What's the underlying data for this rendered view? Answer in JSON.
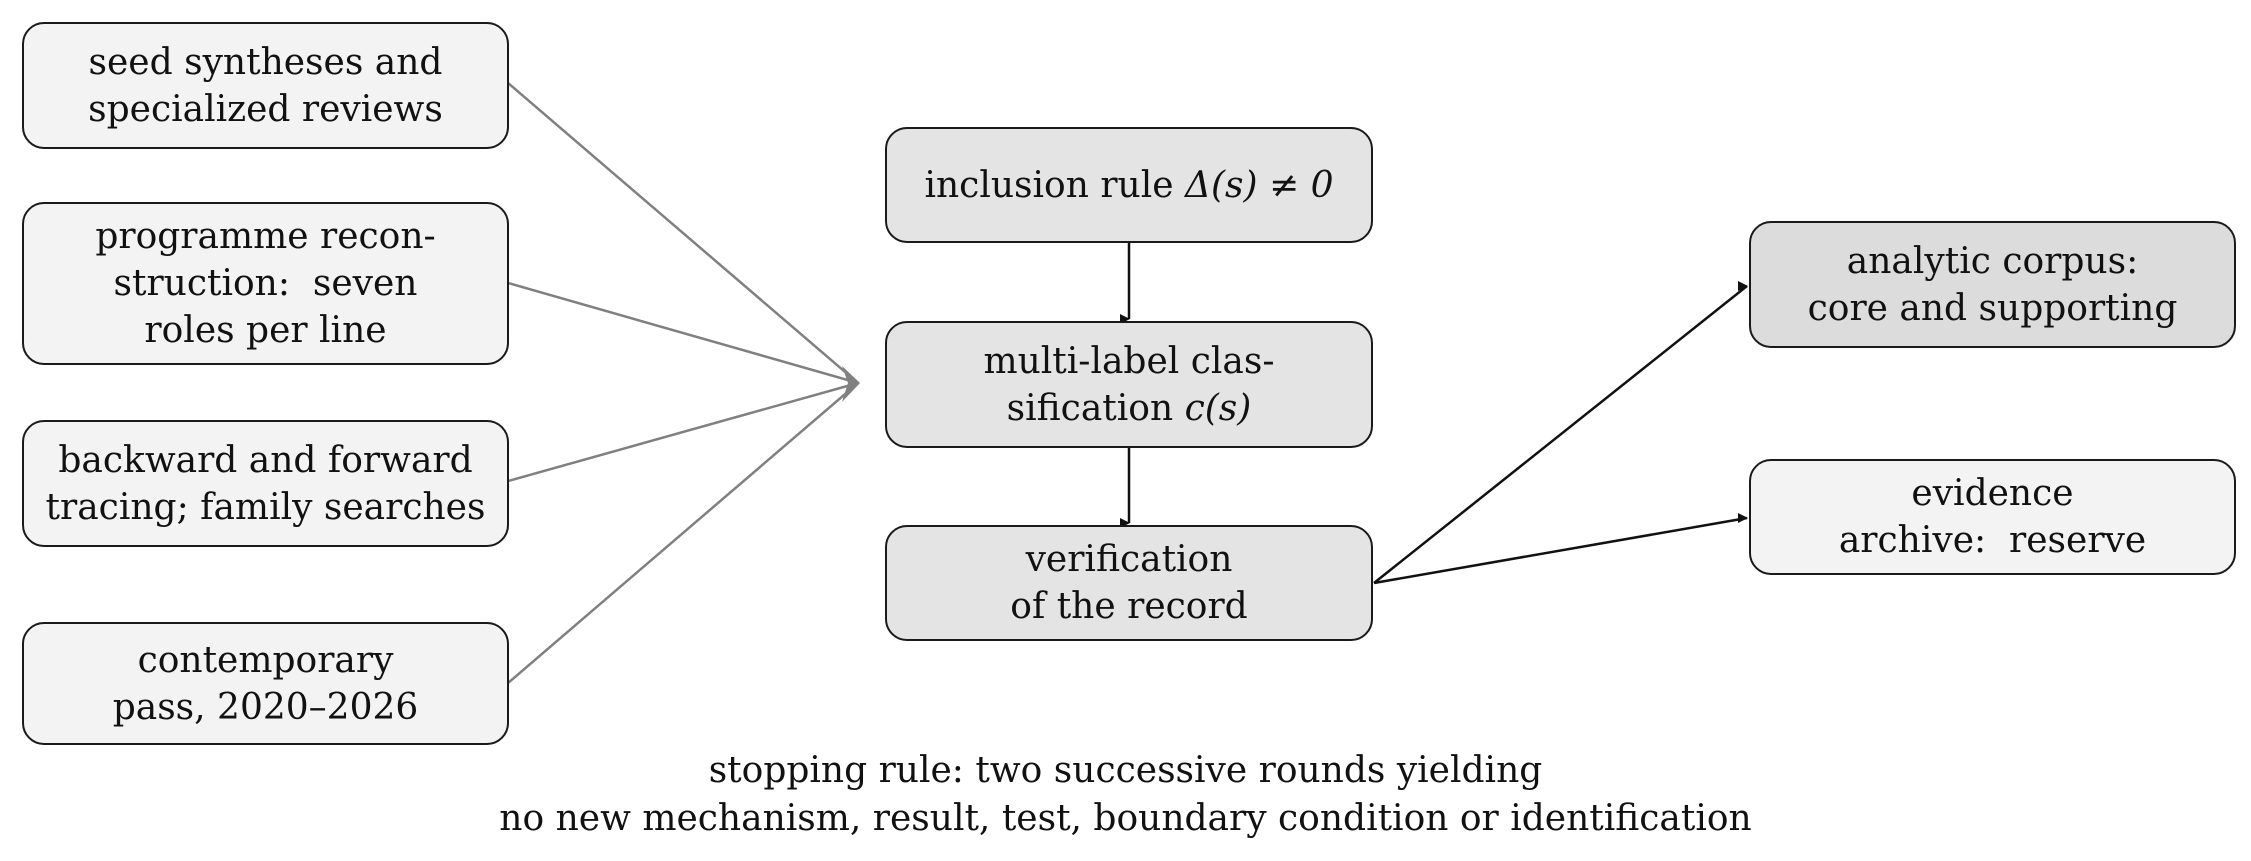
{
  "sources": [
    {
      "lines": [
        "seed syntheses and",
        "specialized reviews"
      ]
    },
    {
      "lines": [
        "programme recon-",
        "struction:  seven",
        "roles per line"
      ]
    },
    {
      "lines": [
        "backward and forward",
        "tracing; family searches"
      ]
    },
    {
      "lines": [
        "contemporary",
        "pass, 2020–2026"
      ]
    }
  ],
  "pipeline": {
    "inclusion": {
      "text": "inclusion rule ",
      "math": "Δ(s) ≠ 0"
    },
    "classification": {
      "line1": "multi-label clas-",
      "line2_text": "sification ",
      "line2_math": "c(s)"
    },
    "verification": {
      "lines": [
        "verification",
        "of the record"
      ]
    }
  },
  "outputs": {
    "corpus": {
      "lines": [
        "analytic corpus:",
        "core and supporting"
      ]
    },
    "archive": {
      "lines": [
        "evidence",
        "archive:  reserve"
      ]
    }
  },
  "stopping_rule": {
    "lines": [
      "stopping rule: two successive rounds yielding",
      "no new mechanism, result, test, boundary condition or identification"
    ]
  },
  "colors": {
    "source_fill": "#f3f3f3",
    "process_fill": "#e4e4e4",
    "corpus_fill": "#dcdcdc",
    "border": "#1a1a1a",
    "gray_edge": "#808080",
    "black_edge": "#111111"
  }
}
